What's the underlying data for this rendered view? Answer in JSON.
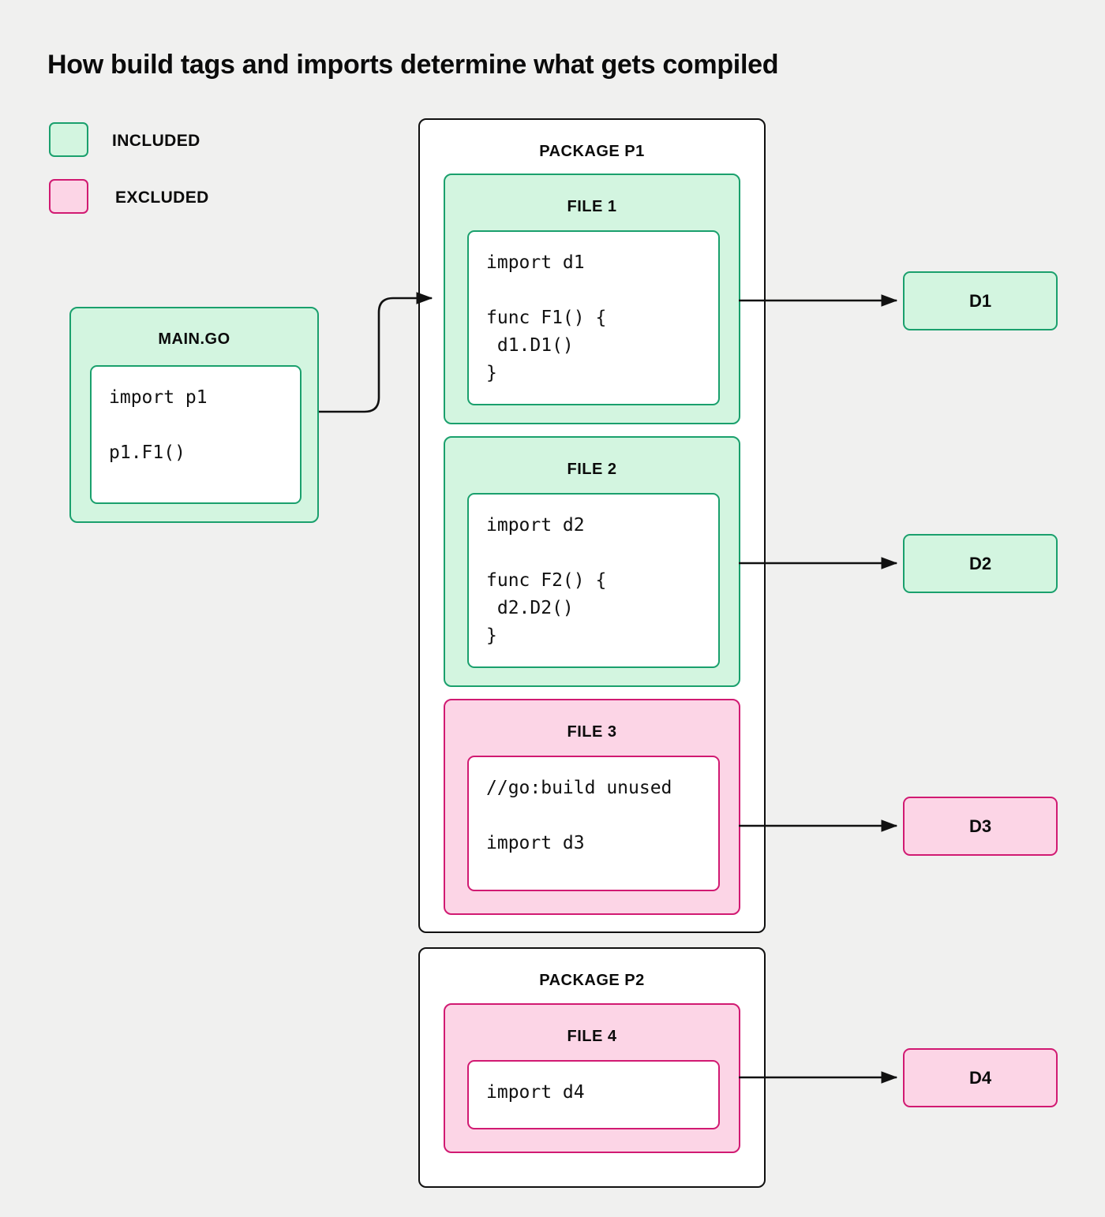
{
  "title": "How build tags and imports determine what gets compiled",
  "legend": {
    "items": [
      {
        "label": "INCLUDED",
        "state": "included",
        "fill": "#d3f5e0",
        "stroke": "#1aa06d"
      },
      {
        "label": "EXCLUDED",
        "state": "excluded",
        "fill": "#fcd5e6",
        "stroke": "#d11a72"
      }
    ]
  },
  "entry": {
    "title": "MAIN.GO",
    "state": "included",
    "code": "import p1\n\np1.F1()"
  },
  "packages": [
    {
      "title": "PACKAGE P1",
      "files": [
        {
          "title": "FILE 1",
          "state": "included",
          "code": "import d1\n\nfunc F1() {\n d1.D1()\n}"
        },
        {
          "title": "FILE 2",
          "state": "included",
          "code": "import d2\n\nfunc F2() {\n d2.D2()\n}"
        },
        {
          "title": "FILE 3",
          "state": "excluded",
          "code": "//go:build unused\n\nimport d3"
        }
      ]
    },
    {
      "title": "PACKAGE P2",
      "files": [
        {
          "title": "FILE 4",
          "state": "excluded",
          "code": "import d4"
        }
      ]
    }
  ],
  "dependencies": [
    {
      "label": "D1",
      "state": "included"
    },
    {
      "label": "D2",
      "state": "included"
    },
    {
      "label": "D3",
      "state": "excluded"
    },
    {
      "label": "D4",
      "state": "excluded"
    }
  ],
  "colors": {
    "background": "#f0f0ef",
    "included_fill": "#d3f5e0",
    "included_stroke": "#1aa06d",
    "excluded_fill": "#fcd5e6",
    "excluded_stroke": "#d11a72",
    "box_stroke": "#101010",
    "text": "#0b0b0b",
    "arrow": "#111111"
  }
}
